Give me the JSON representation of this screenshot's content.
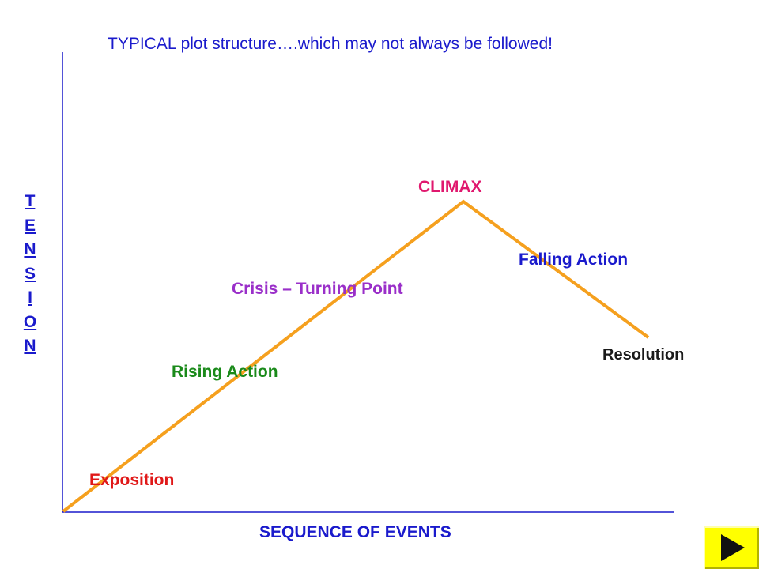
{
  "title": "TYPICAL plot structure….which may not always be followed!",
  "y_axis_title": [
    "T",
    "E",
    "N",
    "S",
    "I",
    "O",
    "N"
  ],
  "x_axis_title": "SEQUENCE OF EVENTS",
  "stages": {
    "exposition": "Exposition",
    "rising_action": "Rising Action",
    "crisis": "Crisis – Turning Point",
    "climax": "CLIMAX",
    "falling_action": "Falling Action",
    "resolution": "Resolution"
  },
  "colors": {
    "plot_line": "#f5a01e",
    "axis": "#1a1acc",
    "exposition": "#e01818",
    "rising_action": "#1a8a1a",
    "crisis": "#9a2fc9",
    "climax": "#e0186e",
    "falling_action": "#1a1acc",
    "resolution": "#1a1a1a",
    "next_button": "#ffff00"
  },
  "next_button": {
    "icon": "play-triangle-icon"
  }
}
